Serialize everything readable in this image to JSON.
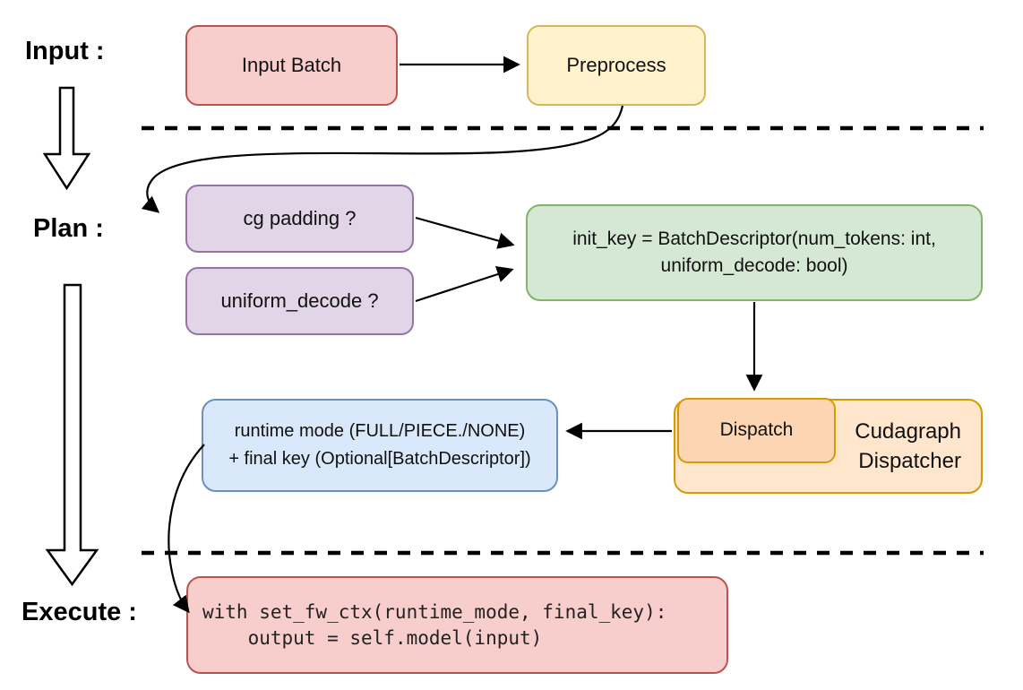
{
  "sections": {
    "input": {
      "label": "Input :"
    },
    "plan": {
      "label": "Plan :"
    },
    "execute": {
      "label": "Execute :"
    }
  },
  "nodes": {
    "input_batch": {
      "label": "Input Batch"
    },
    "preprocess": {
      "label": "Preprocess"
    },
    "cg_padding": {
      "label": "cg padding ?"
    },
    "uniform_decode": {
      "label": "uniform_decode ?"
    },
    "init_key": {
      "line1": "init_key = BatchDescriptor(num_tokens: int,",
      "line2": "uniform_decode: bool)"
    },
    "dispatch": {
      "label": "Dispatch"
    },
    "cudagraph_dispatcher": {
      "line1": "Cudagraph",
      "line2": "Dispatcher"
    },
    "runtime_mode": {
      "line1": "runtime mode (FULL/PIECE./NONE)",
      "line2": "+ final key (Optional[BatchDescriptor])"
    },
    "execute_code": {
      "line1": "with set_fw_ctx(runtime_mode, final_key):",
      "line2": "    output = self.model(input)"
    }
  },
  "palette": {
    "pink_fill": "#f8cecc",
    "pink_border": "#b85450",
    "yellow_fill": "#fff2cc",
    "yellow_border": "#d6b656",
    "purple_fill": "#e1d5e7",
    "purple_border": "#9673a6",
    "green_fill": "#d5e8d4",
    "green_border": "#82b366",
    "blue_fill": "#dae8fc",
    "blue_border": "#6c8ebf",
    "orange_fill": "#ffe6cc",
    "orange_border": "#d79b00",
    "dispatch_fill": "#fcd5b2",
    "connector_color": "#000000"
  }
}
